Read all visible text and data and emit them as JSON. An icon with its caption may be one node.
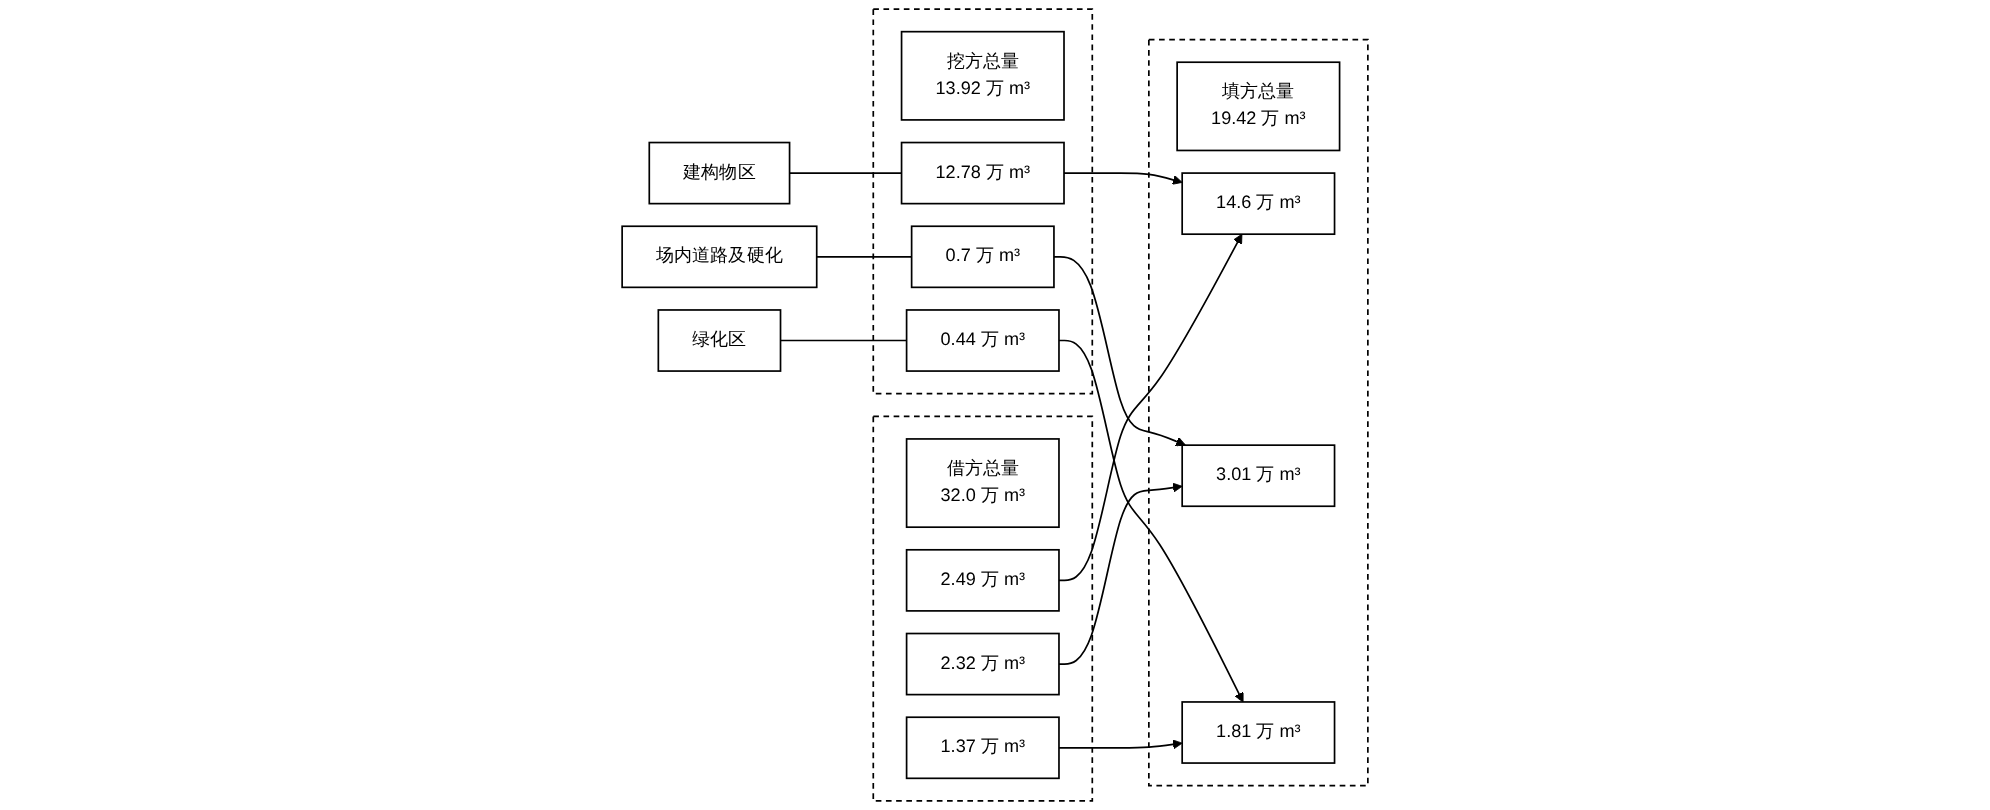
{
  "diagram": {
    "nodes": [
      {
        "text": [
          "建构物区"
        ]
      },
      {
        "text": [
          "场内道路及硬化"
        ]
      },
      {
        "text": [
          "绿化区"
        ]
      },
      {
        "text": [],
        "shape": "box"
      },
      {
        "text": [
          "挖方总量",
          "13.92 万 m³"
        ],
        "in": 3
      },
      {
        "text": [
          "12.78 万 m³"
        ],
        "in": 3
      },
      {
        "text": [
          "0.7 万 m³"
        ],
        "in": 3
      },
      {
        "text": [
          "0.44 万 m³"
        ],
        "in": 3
      },
      {
        "text": [],
        "shape": "box"
      },
      {
        "text": [
          "填方总量",
          "19.42 万 m³"
        ],
        "in": 8
      },
      {
        "text": [
          "14.6 万 m³"
        ],
        "in": 8
      },
      {
        "text": [
          "3.01 万 m³"
        ],
        "in": 8
      },
      {
        "text": [
          "1.81 万 m³"
        ],
        "in": 8
      },
      {
        "text": [],
        "shape": "box"
      },
      {
        "text": [
          "借方总量",
          "32.0 万 m³"
        ],
        "in": 13
      },
      {
        "text": [
          "2.49 万 m³"
        ],
        "in": 13
      },
      {
        "text": [
          "2.32 万 m³"
        ],
        "in": 13
      },
      {
        "text": [
          "1.37 万 m³"
        ],
        "in": 13
      }
    ],
    "edges": [
      {
        "from": 0,
        "to": 5,
        "arrow": "none"
      },
      {
        "from": 1,
        "to": 6,
        "arrow": "none"
      },
      {
        "from": 2,
        "to": 7,
        "arrow": "none"
      },
      {
        "from": 5,
        "to": 10,
        "arrow": "to"
      },
      {
        "from": 6,
        "to": 11,
        "arrow": "to"
      },
      {
        "from": 7,
        "to": 12,
        "arrow": "to"
      },
      {
        "from": 15,
        "to": 10,
        "arrow": "to"
      },
      {
        "from": 16,
        "to": 11,
        "arrow": "to"
      },
      {
        "from": 17,
        "to": 12,
        "arrow": "to"
      }
    ]
  }
}
